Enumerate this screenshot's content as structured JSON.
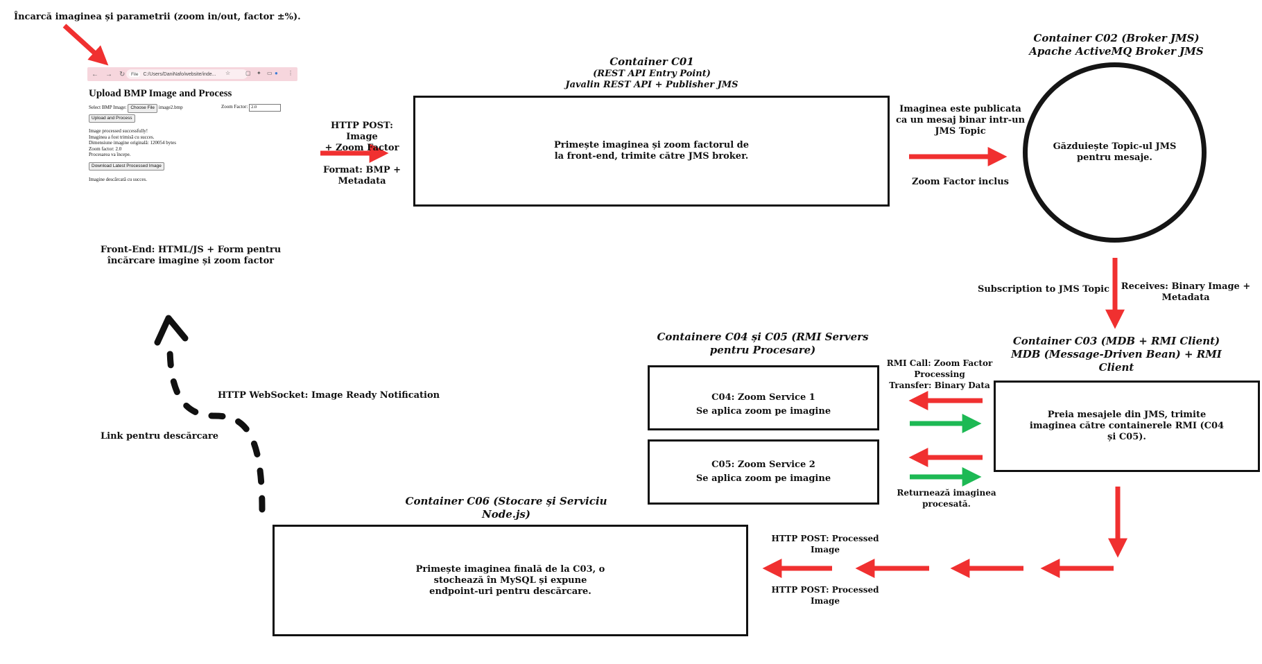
{
  "top_label": "Încarcă imaginea și parametrii (zoom in/out, factor ±%).",
  "frontend_caption": "Front-End: HTML/JS + Form pentru\nîncărcare imagine și zoom factor",
  "browser_mock": {
    "url": "C:/Users/DaniNafo/website/inde...",
    "url_chip": "File",
    "heading": "Upload BMP Image and Process",
    "select_label": "Select BMP Image:",
    "choose_file_button": "Choose File",
    "file_name": "image2.bmp",
    "zoom_label": "Zoom Factor:",
    "zoom_value": "2.0",
    "upload_button": "Upload and Process",
    "status_lines": [
      "Image processed successfully!",
      "Imaginea a fost trimisă cu succes.",
      "Dimensiune imagine originală: 120054 bytes",
      "Zoom factor: 2.0",
      "Procesarea va începe."
    ],
    "download_button": "Download Latest Processed Image",
    "download_status": "Imagine descărcată cu succes."
  },
  "arrow_labels": {
    "http_post_image": "HTTP POST: Image\n+ Zoom Factor",
    "format_bmp": "Format: BMP +\nMetadata",
    "jms_publish": "Imaginea este publicata\nca un mesaj binar intr-un\nJMS Topic",
    "zoom_included": "Zoom Factor inclus",
    "subscription": "Subscription to JMS Topic",
    "receives": "Receives: Binary Image +\nMetadata",
    "rmi_call": "RMI Call: Zoom Factor\nProcessing\nTransfer: Binary Data",
    "returns": "Returnează imaginea\nprocesată.",
    "http_post_processed_top": "HTTP POST: Processed\nImage",
    "http_post_processed_bottom": "HTTP POST: Processed\nImage",
    "websocket": "HTTP WebSocket: Image Ready Notification",
    "download_link": "Link pentru descărcare"
  },
  "containers": {
    "c01": {
      "title": "Container C01",
      "subtitle": "(REST API Entry Point)\nJavalin REST API + Publisher JMS",
      "text": "Primește imaginea și zoom factorul de\nla front-end, trimite către JMS broker."
    },
    "c02": {
      "title": "Container C02 (Broker JMS)\nApache ActiveMQ Broker JMS",
      "text": "Găzduiește Topic-ul JMS\npentru mesaje."
    },
    "c03": {
      "title": "Container C03 (MDB + RMI Client)\nMDB (Message-Driven Bean) + RMI\nClient",
      "text": "Preia mesajele din JMS, trimite\nimaginea către containerele RMI (C04\nși C05)."
    },
    "c04_c05_title": "Containere C04 și C05 (RMI Servers\npentru Procesare)",
    "c04": {
      "text": "C04: Zoom Service 1\nSe aplica zoom pe imagine"
    },
    "c05": {
      "text": "C05: Zoom Service 2\nSe aplica zoom pe imagine"
    },
    "c06": {
      "title": "Container C06 (Stocare și Serviciu\nNode.js)",
      "text": "Primește imaginea finală de la C03, o\nstochează în MySQL și expune\nendpoint-uri pentru descărcare."
    }
  },
  "colors": {
    "red_arrow": "#f03030",
    "green_arrow": "#1db954",
    "box_border": "#111111",
    "dashed_arrow": "#111111"
  }
}
